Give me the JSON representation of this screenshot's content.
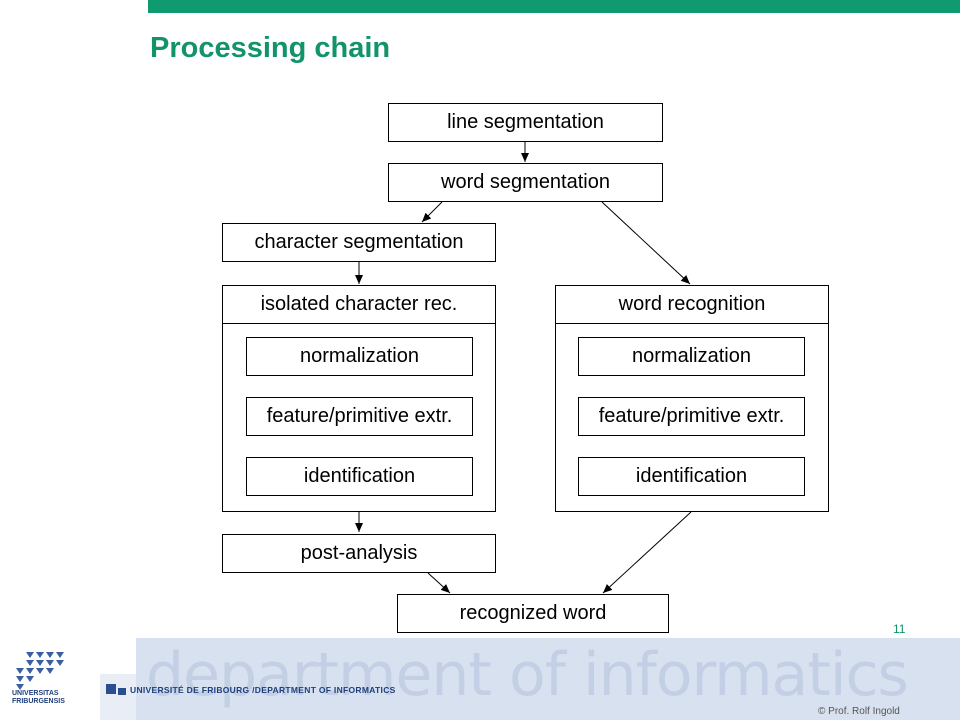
{
  "slide": {
    "title": "Processing chain",
    "page_number": "11",
    "copyright": "© Prof. Rolf Ingold"
  },
  "diagram": {
    "line_segmentation": "line segmentation",
    "word_segmentation": "word segmentation",
    "character_segmentation": "character segmentation",
    "isolated_group": {
      "title": "isolated character rec.",
      "steps": [
        "normalization",
        "feature/primitive extr.",
        "identification"
      ]
    },
    "word_group": {
      "title": "word recognition",
      "steps": [
        "normalization",
        "feature/primitive extr.",
        "identification"
      ]
    },
    "post_analysis": "post-analysis",
    "recognized_word": "recognized word"
  },
  "footer": {
    "department_text": "department of informatics",
    "university_line": "UNIVERSITÉ DE FRIBOURG /DEPARTMENT OF INFORMATICS",
    "logo_text_1": "UNIVERSITAS",
    "logo_text_2": "FRIBURGENSIS"
  },
  "colors": {
    "accent": "#0f9a6f",
    "title": "#12936b",
    "footer_band": "#d8e1ef",
    "university_blue": "#1d3f7c"
  }
}
